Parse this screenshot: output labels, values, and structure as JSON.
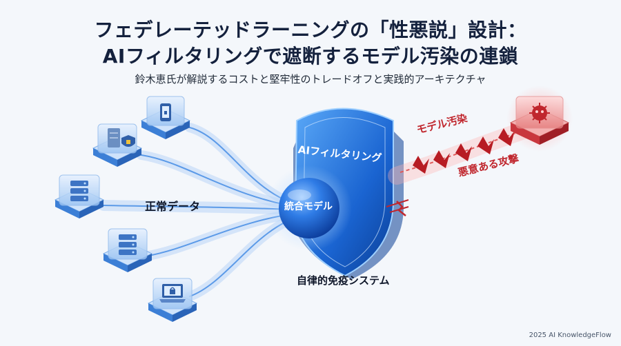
{
  "title": {
    "line1": "フェデレーテッドラーニングの「性悪説」設計：",
    "line2": "AIフィルタリングで遮断するモデル汚染の連鎖"
  },
  "subtitle": "鈴木恵氏が解説するコストと堅牢性のトレードオフと実践的アーキテクチャ",
  "labels": {
    "normal_data": "正常データ",
    "filter": "AIフィルタリング",
    "model": "統合モデル",
    "immune": "自律的免疫システム",
    "pollution": "モデル汚染",
    "attack": "悪意ある攻撃"
  },
  "footer": "2025 AI KnowledgeFlow",
  "icons": [
    "mobile-device-icon",
    "server-lock-icon",
    "server-stack-icon",
    "server-stack-icon",
    "laptop-lock-icon",
    "virus-icon"
  ],
  "colors": {
    "accent": "#1e6fd9",
    "danger": "#c0262d",
    "text": "#14213d"
  }
}
